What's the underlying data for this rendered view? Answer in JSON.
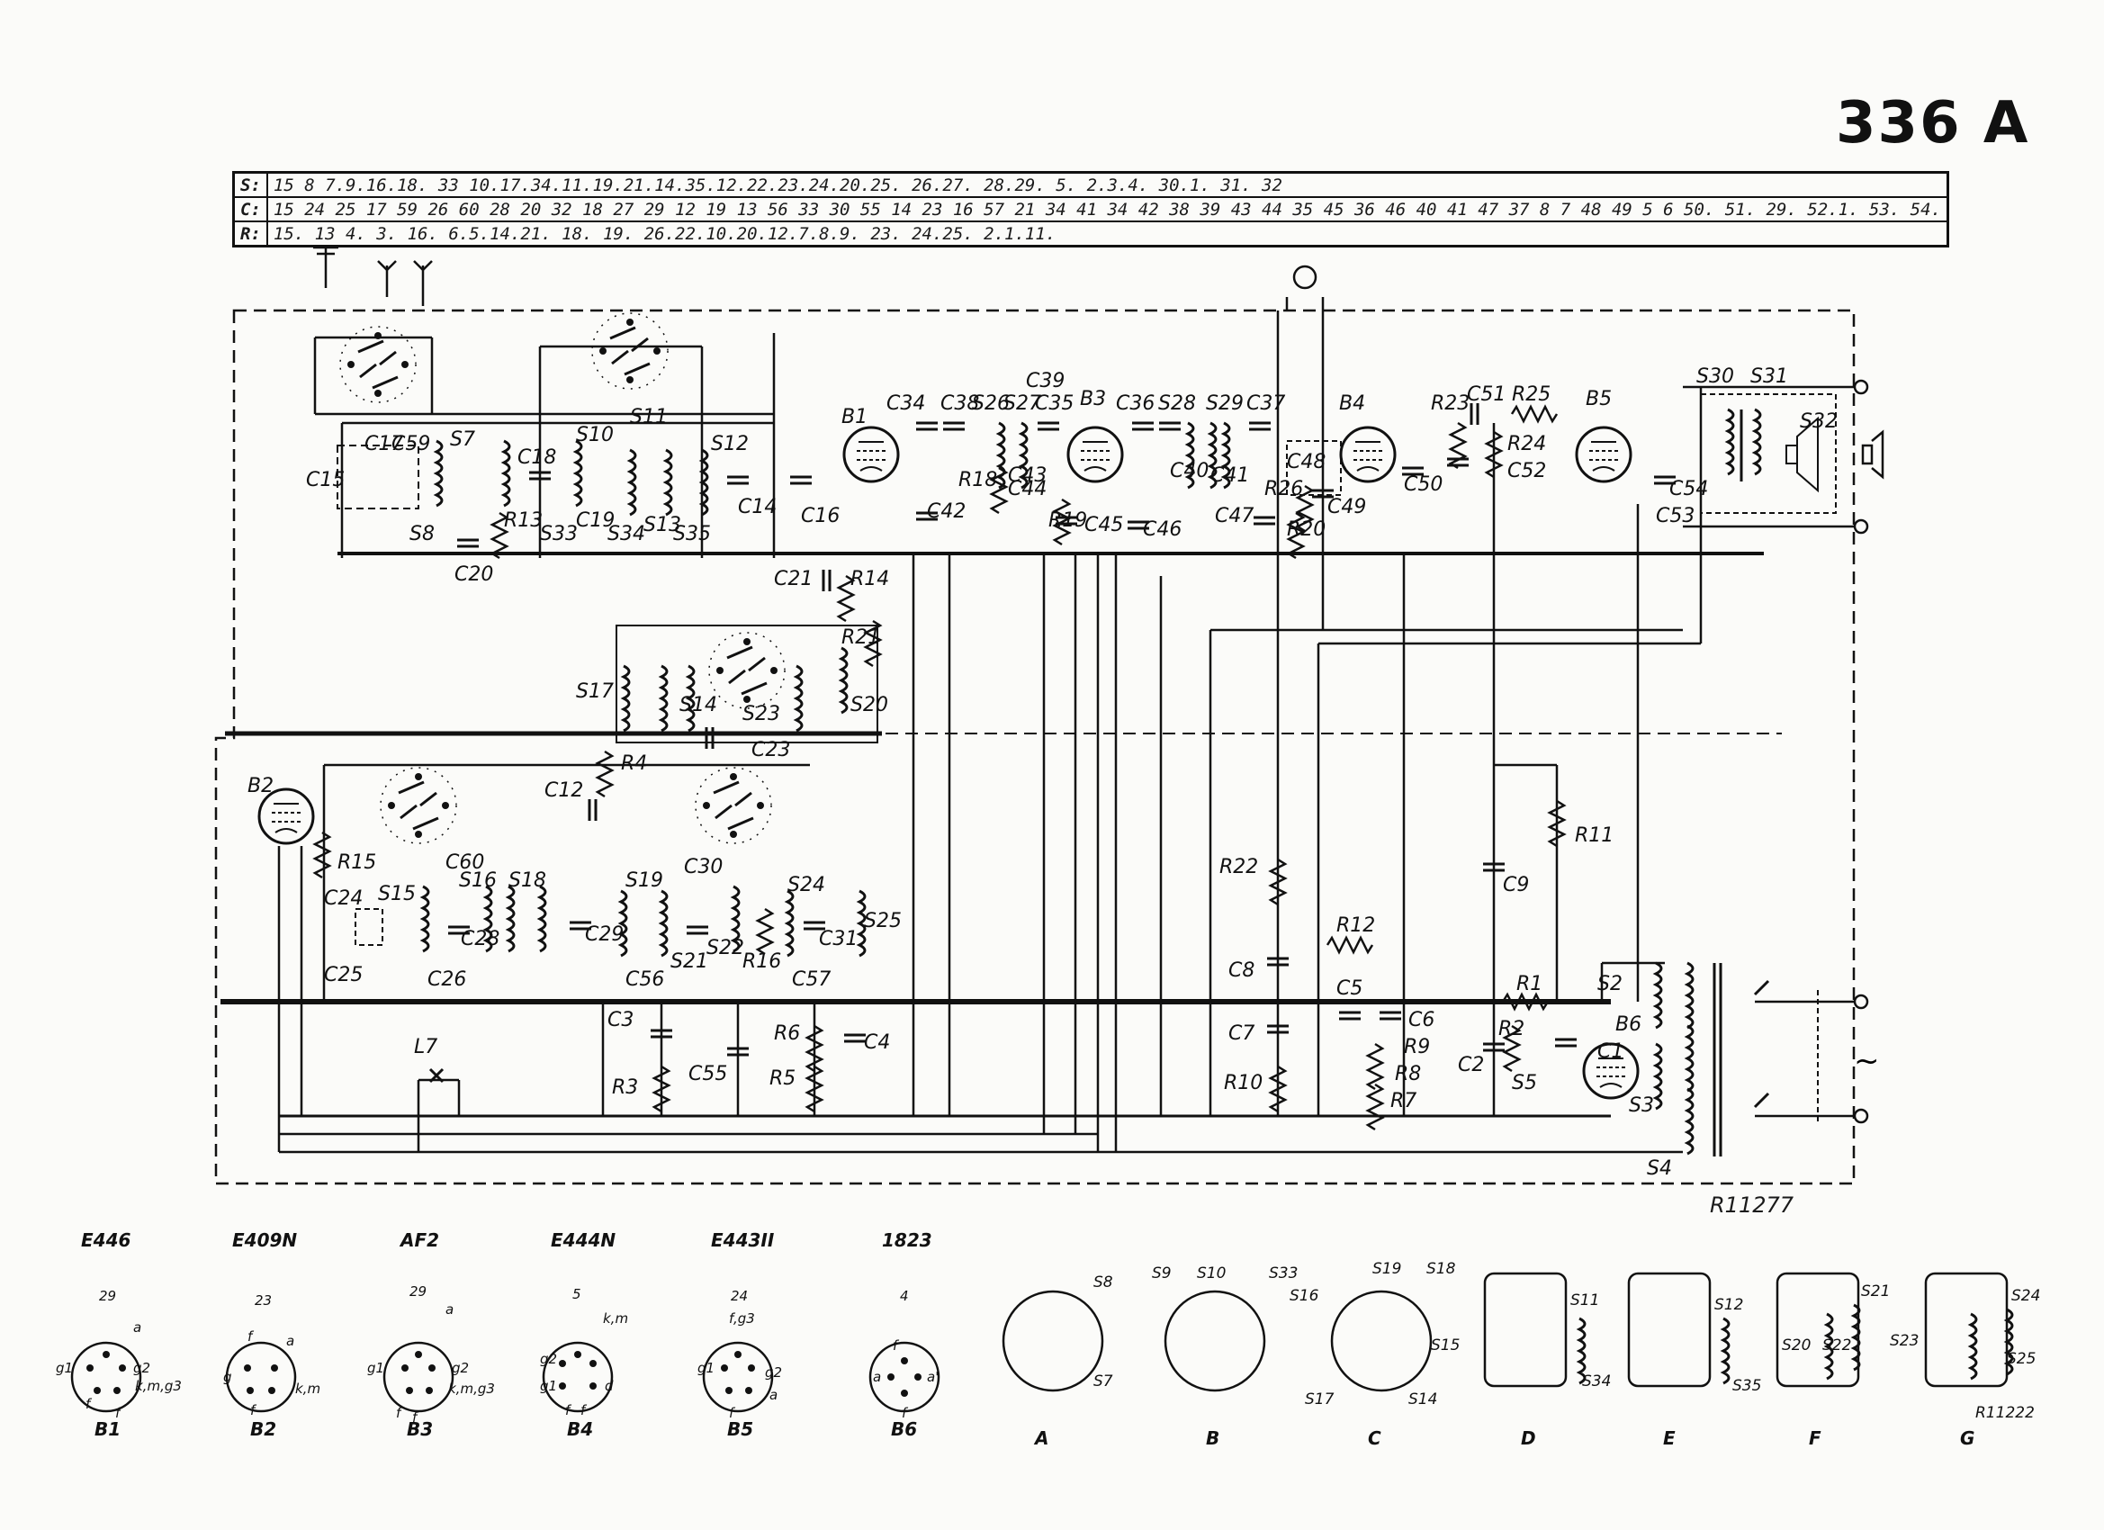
{
  "title": "336 A",
  "reference": "R11277",
  "parts_table": [
    {
      "key": "S:",
      "values": "15 8 7.9.16.18.   33 10.17.34.11.19.21.14.35.12.22.23.24.20.25.        26.27.              28.29.                                     5.            2.3.4. 30.1. 31.  32"
    },
    {
      "key": "C:",
      "values": "15 24 25 17 59 26 60 28 20 32 18 27 29 12 19 13 56 33 30 55 14 23 16 57 21 34 41 34 42 38 39 43 44 35 45 36 46 40   41 47 37 8 7 48 49 5 6 50.  51. 29.   52.1.     53. 54."
    },
    {
      "key": "R:",
      "values": "15.                 13              4.   3.          16.    6.5.14.21.          18.        19.                      26.22.10.20.12.7.8.9.  23. 24.25. 2.1.11."
    }
  ],
  "components": {
    "tubes": [
      "B1",
      "B2",
      "B3",
      "B4",
      "B5",
      "B6"
    ],
    "coils": [
      "S2",
      "S3",
      "S4",
      "S5",
      "S7",
      "S8",
      "S10",
      "S11",
      "S12",
      "S13",
      "S14",
      "S15",
      "S16",
      "S17",
      "S18",
      "S19",
      "S20",
      "S21",
      "S22",
      "S23",
      "S24",
      "S25",
      "S26",
      "S27",
      "S28",
      "S29",
      "S30",
      "S31",
      "S32",
      "S33",
      "S34",
      "S35"
    ],
    "capacitors": [
      "C1",
      "C2",
      "C3",
      "C4",
      "C5",
      "C6",
      "C7",
      "C8",
      "C9",
      "C12",
      "C14",
      "C15",
      "C16",
      "C17",
      "C18",
      "C19",
      "C20",
      "C21",
      "C23",
      "C24",
      "C25",
      "C26",
      "C28",
      "C29",
      "C30",
      "C31",
      "C34",
      "C35",
      "C36",
      "C37",
      "C38",
      "C39",
      "C40",
      "C41",
      "C42",
      "C43",
      "C44",
      "C45",
      "C46",
      "C47",
      "C48",
      "C49",
      "C50",
      "C51",
      "C52",
      "C53",
      "C54",
      "C55",
      "C56",
      "C57",
      "C59",
      "C60"
    ],
    "resistors": [
      "R1",
      "R2",
      "R3",
      "R4",
      "R5",
      "R6",
      "R7",
      "R8",
      "R9",
      "R10",
      "R11",
      "R12",
      "R13",
      "R14",
      "R15",
      "R16",
      "R18",
      "R19",
      "R20",
      "R21",
      "R22",
      "R23",
      "R24",
      "R25",
      "R26"
    ],
    "lamp": "L7",
    "mains": "~"
  },
  "tube_legend": [
    {
      "type": "E446",
      "pos": "B1",
      "pins": [
        "29",
        "g1",
        "g2",
        "f",
        "f",
        "k,m,g3",
        "a"
      ]
    },
    {
      "type": "E409N",
      "pos": "B2",
      "pins": [
        "23",
        "f",
        "g",
        "f",
        "k,m",
        "a"
      ]
    },
    {
      "type": "AF2",
      "pos": "B3",
      "pins": [
        "29",
        "g1",
        "g2",
        "f",
        "f",
        "k,m,g3",
        "a"
      ]
    },
    {
      "type": "E444N",
      "pos": "B4",
      "pins": [
        "5",
        "g2",
        "g1",
        "f",
        "f",
        "d",
        "k,m"
      ]
    },
    {
      "type": "E443II",
      "pos": "B5",
      "pins": [
        "24",
        "f,g3",
        "g1",
        "g2",
        "f",
        "a"
      ]
    },
    {
      "type": "1823",
      "pos": "B6",
      "pins": [
        "4",
        "a",
        "a'",
        "f",
        "f"
      ]
    }
  ],
  "coil_legend": [
    {
      "label": "A",
      "coils": [
        "S8",
        "S7"
      ]
    },
    {
      "label": "B",
      "coils": [
        "S9",
        "S10",
        "S33"
      ]
    },
    {
      "label": "C",
      "coils": [
        "S16",
        "S19",
        "S18",
        "S15",
        "S17",
        "S14"
      ]
    },
    {
      "label": "D",
      "coils": [
        "S11",
        "S34"
      ]
    },
    {
      "label": "E",
      "coils": [
        "S12",
        "S35"
      ]
    },
    {
      "label": "F",
      "coils": [
        "S20",
        "S21",
        "S22"
      ]
    },
    {
      "label": "G",
      "coils": [
        "S23",
        "S24",
        "S25"
      ],
      "reference": "R11222"
    }
  ]
}
